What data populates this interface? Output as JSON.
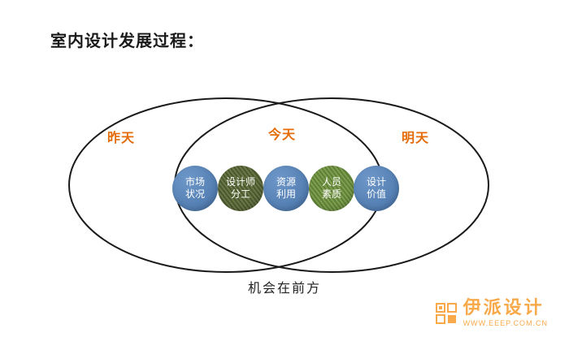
{
  "title": "室内设计发展过程：",
  "venn": {
    "yesterday": "昨天",
    "today": "今天",
    "tomorrow": "明天"
  },
  "circles": [
    {
      "line1": "市场",
      "line2": "状况"
    },
    {
      "line1": "设计师",
      "line2": "分工"
    },
    {
      "line1": "资源",
      "line2": "利用"
    },
    {
      "line1": "人员",
      "line2": "素质"
    },
    {
      "line1": "设计",
      "line2": "价值"
    }
  ],
  "caption": "机会在前方",
  "watermark": {
    "brand": "伊派设计",
    "url": "WWW.EEEP.COM.CN"
  },
  "colors": {
    "accent_orange": "#e36c09",
    "circle_blue": "#4f81bd",
    "circle_olive": "#5d6b38",
    "circle_green": "#70953f",
    "watermark_orange": "#f7941d",
    "outline_black": "#1a1a1a"
  }
}
